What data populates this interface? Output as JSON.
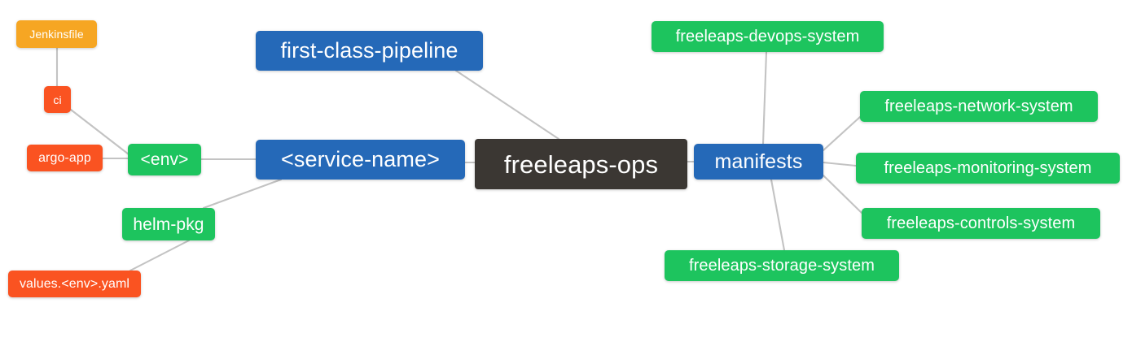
{
  "diagram": {
    "title": "freeleaps-ops",
    "type": "mindmap",
    "colors": {
      "root": "#3B3733",
      "blue": "#2569B8",
      "green": "#1DC45E",
      "orange": "#F6A623",
      "red_orange": "#FA5321",
      "edge": "#BFBFBF",
      "background": "#FFFFFF",
      "text": "#FFFFFF"
    },
    "nodes": [
      {
        "id": "jenkinsfile",
        "label": "Jenkinsfile",
        "color_role": "orange"
      },
      {
        "id": "ci",
        "label": "ci",
        "color_role": "red_orange"
      },
      {
        "id": "argo_app",
        "label": "argo-app",
        "color_role": "red_orange"
      },
      {
        "id": "values",
        "label": "values.<env>.yaml",
        "color_role": "red_orange"
      },
      {
        "id": "env",
        "label": "<env>",
        "color_role": "green"
      },
      {
        "id": "helm_pkg",
        "label": "helm-pkg",
        "color_role": "green"
      },
      {
        "id": "pipeline",
        "label": "first-class-pipeline",
        "color_role": "blue"
      },
      {
        "id": "service",
        "label": "<service-name>",
        "color_role": "blue"
      },
      {
        "id": "root",
        "label": "freeleaps-ops",
        "color_role": "root"
      },
      {
        "id": "manifests",
        "label": "manifests",
        "color_role": "blue"
      },
      {
        "id": "devops",
        "label": "freeleaps-devops-system",
        "color_role": "green"
      },
      {
        "id": "network",
        "label": "freeleaps-network-system",
        "color_role": "green"
      },
      {
        "id": "monitoring",
        "label": "freeleaps-monitoring-system",
        "color_role": "green"
      },
      {
        "id": "controls",
        "label": "freeleaps-controls-system",
        "color_role": "green"
      },
      {
        "id": "storage",
        "label": "freeleaps-storage-system",
        "color_role": "green"
      }
    ],
    "edges": [
      {
        "from": "jenkinsfile",
        "to": "ci"
      },
      {
        "from": "ci",
        "to": "env"
      },
      {
        "from": "argo_app",
        "to": "env"
      },
      {
        "from": "env",
        "to": "service"
      },
      {
        "from": "values",
        "to": "helm_pkg"
      },
      {
        "from": "helm_pkg",
        "to": "service"
      },
      {
        "from": "service",
        "to": "root"
      },
      {
        "from": "pipeline",
        "to": "root"
      },
      {
        "from": "root",
        "to": "manifests"
      },
      {
        "from": "manifests",
        "to": "devops"
      },
      {
        "from": "manifests",
        "to": "network"
      },
      {
        "from": "manifests",
        "to": "monitoring"
      },
      {
        "from": "manifests",
        "to": "controls"
      },
      {
        "from": "manifests",
        "to": "storage"
      }
    ]
  }
}
